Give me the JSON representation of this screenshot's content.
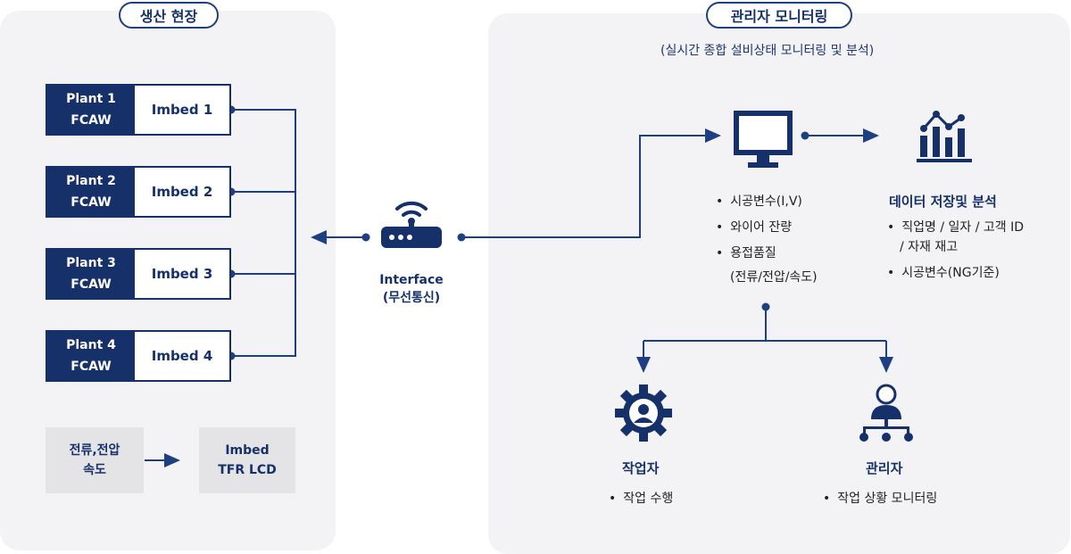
{
  "left": {
    "title": "생산 현장",
    "plants": [
      {
        "line1": "Plant 1",
        "line2": "FCAW",
        "embed": "Imbed 1"
      },
      {
        "line1": "Plant 2",
        "line2": "FCAW",
        "embed": "Imbed 2"
      },
      {
        "line1": "Plant 3",
        "line2": "FCAW",
        "embed": "Imbed 3"
      },
      {
        "line1": "Plant 4",
        "line2": "FCAW",
        "embed": "Imbed 4"
      }
    ],
    "sensor": {
      "line1": "전류,전압",
      "line2": "속도"
    },
    "display": {
      "line1": "Imbed",
      "line2": "TFR LCD"
    }
  },
  "interface": {
    "line1": "Interface",
    "line2": "(무선통신)",
    "icon": "router-icon"
  },
  "right": {
    "title": "관리자 모니터링",
    "subtitle": "(실시간 종합 설비상태 모니터링 및 분석)",
    "monitor_items": [
      "시공변수(I,V)",
      "와이어 잔량",
      "용접품질",
      "(전류/전압/속도)"
    ],
    "data_title": "데이터 저장및 분석",
    "data_items": [
      "직업명 / 일자 / 고객 ID",
      "/ 자재 재고",
      "시공변수(NG기준)"
    ],
    "worker": {
      "title": "작업자",
      "item": "작업 수행"
    },
    "manager": {
      "title": "관리자",
      "item": "작업 상황 모니터링"
    }
  },
  "colors": {
    "navy": "#16306a",
    "line": "#1e3f80",
    "panel": "#f3f3f5",
    "gray_box": "#e4e4e7"
  }
}
